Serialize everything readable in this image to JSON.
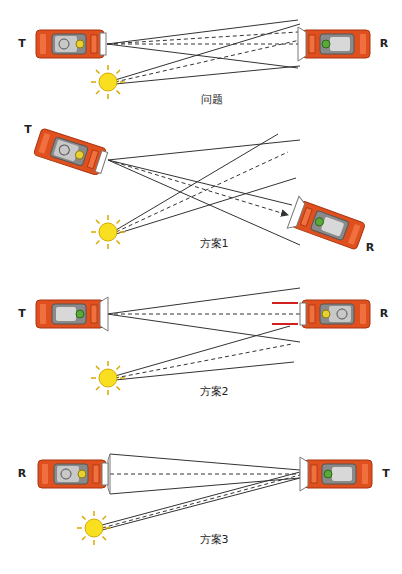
{
  "diagram": {
    "labels": [
      "T",
      "R",
      "问题",
      "T",
      "R",
      "方案1",
      "T",
      "R",
      "方案2",
      "R",
      "T",
      "方案3"
    ]
  }
}
